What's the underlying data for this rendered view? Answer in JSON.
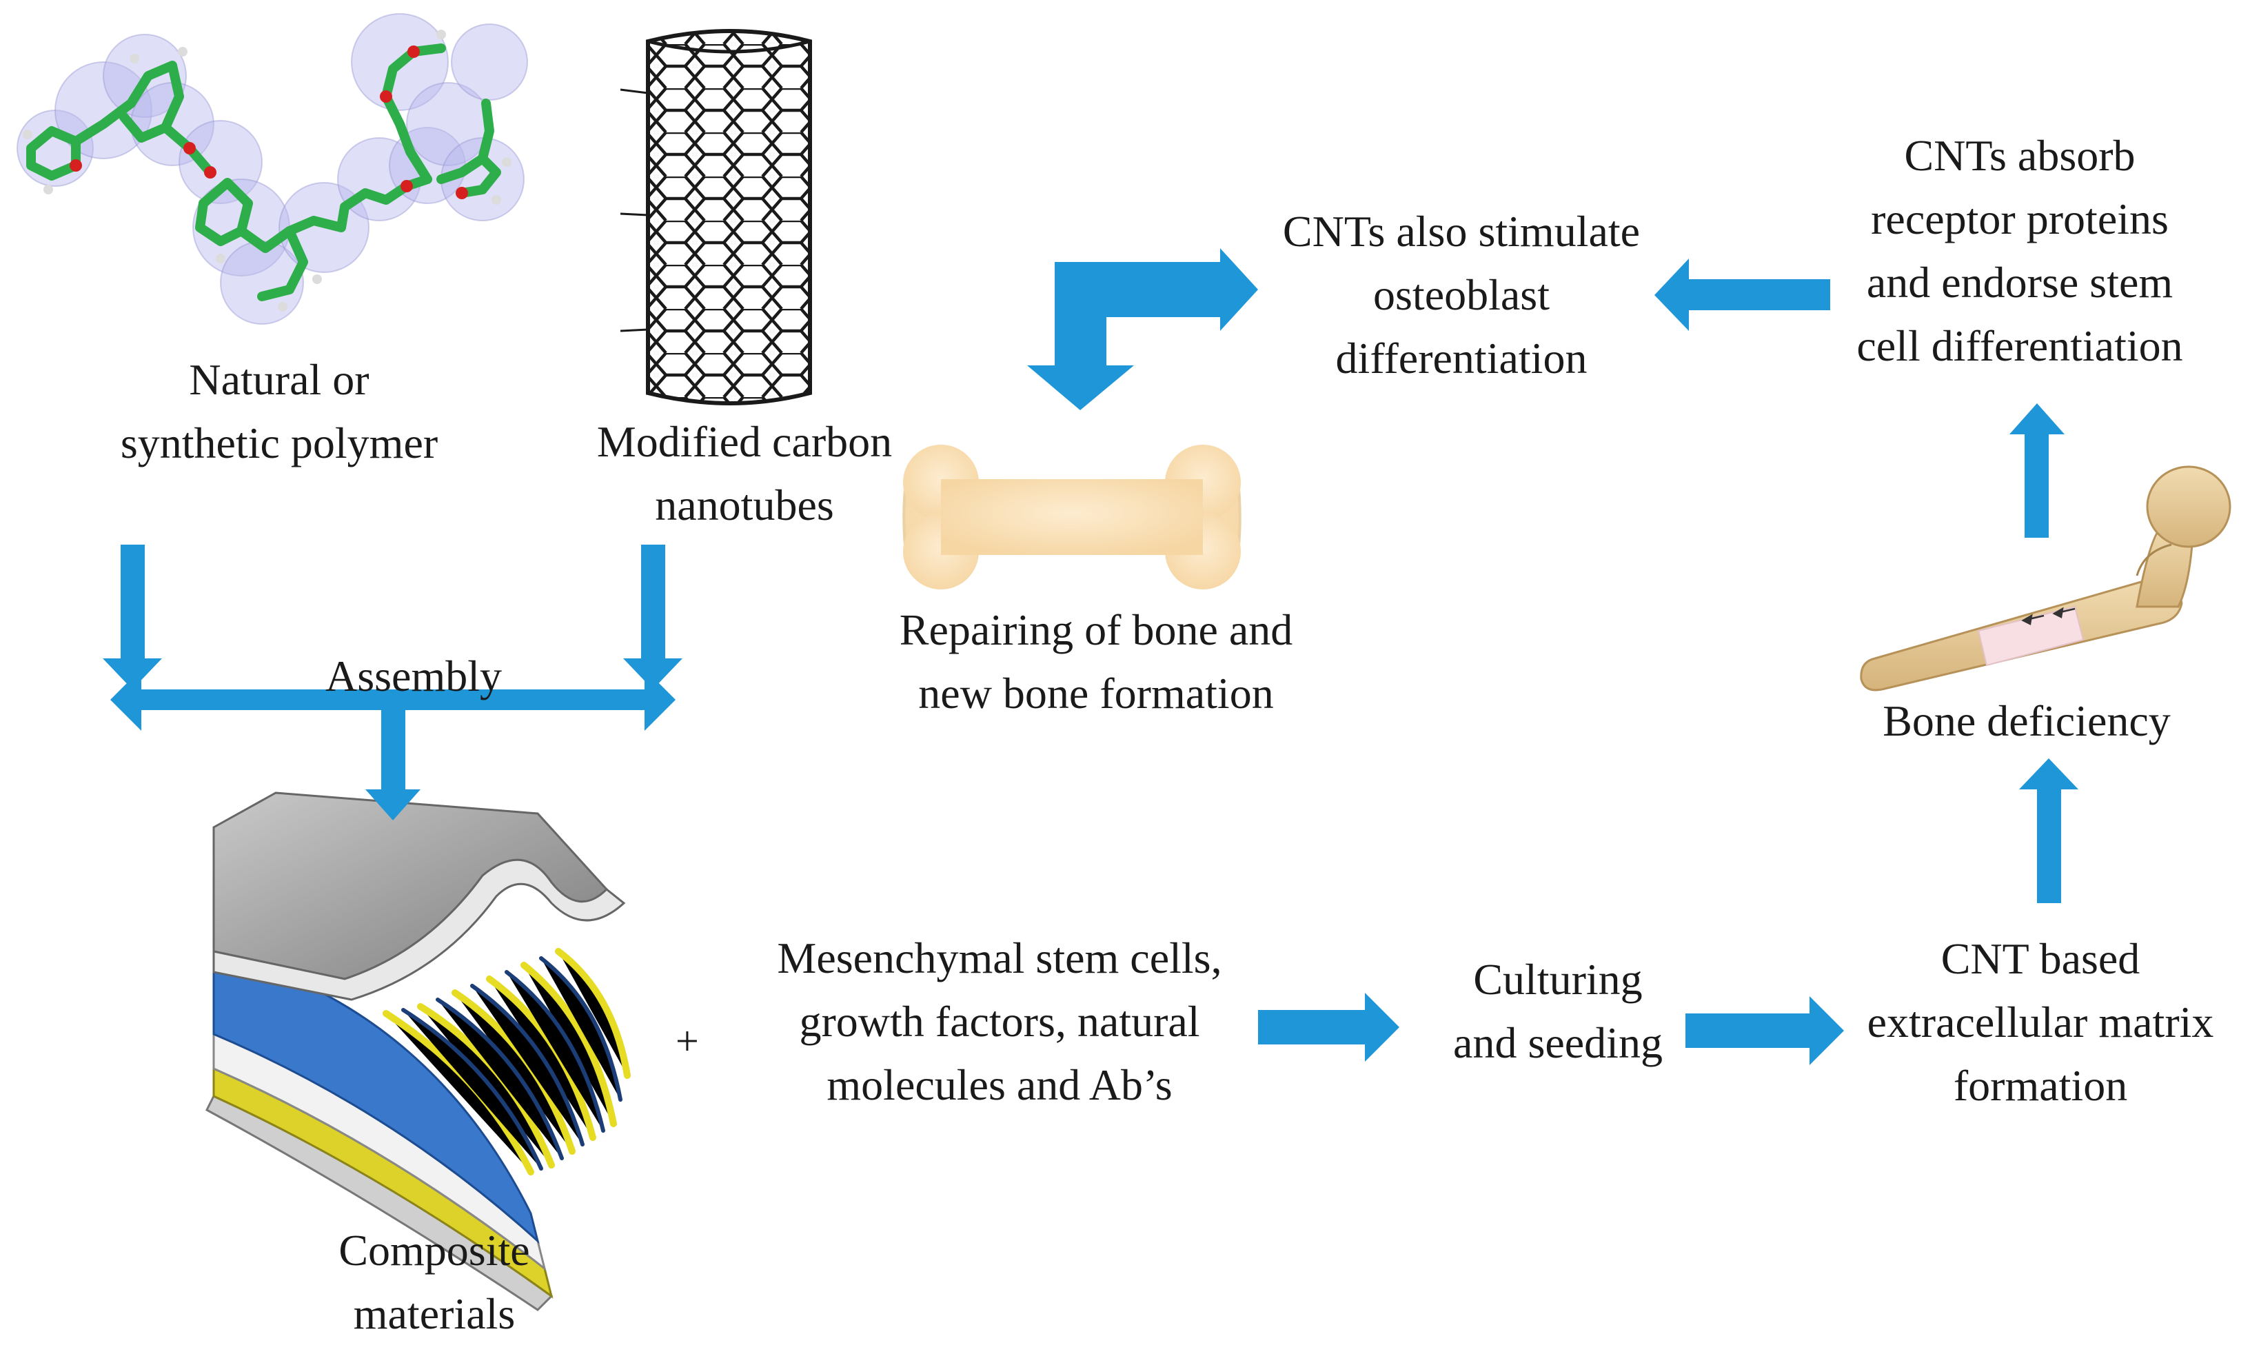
{
  "labels": {
    "polymer": [
      "Natural or",
      "synthetic polymer"
    ],
    "cnt": [
      "Modified carbon",
      "nanotubes"
    ],
    "assembly": "Assembly",
    "composite": [
      "Composite",
      "materials"
    ],
    "plus": "+",
    "msc": [
      "Mesenchymal stem cells,",
      "growth factors, natural",
      "molecules and Ab’s"
    ],
    "culturing": [
      "Culturing",
      "and seeding"
    ],
    "ecm": [
      "CNT based",
      "extracellular matrix",
      "formation"
    ],
    "deficiency": "Bone deficiency",
    "absorb": [
      "CNTs absorb",
      "receptor proteins",
      "and endorse stem",
      "cell differentiation"
    ],
    "stimulate": [
      "CNTs also stimulate",
      "osteoblast",
      "differentiation"
    ],
    "repair": [
      "Repairing of bone and",
      "new bone formation"
    ]
  },
  "colors": {
    "arrow": "#1f96d8",
    "bone": "#fbe3bb",
    "femur": "#e5c890",
    "femur_band": "#f7dfe3",
    "carbon": "#1a1a1a",
    "carbon_atom": "#2eae4a",
    "oxygen_atom": "#d62020",
    "composite_grey": "#9c9c9c",
    "composite_yellow": "#e6dc24",
    "composite_blue": "#3a78cc"
  },
  "icons": [
    "molecule-image",
    "nanotube-image",
    "composite-material-image",
    "bone-icon",
    "femur-image"
  ]
}
